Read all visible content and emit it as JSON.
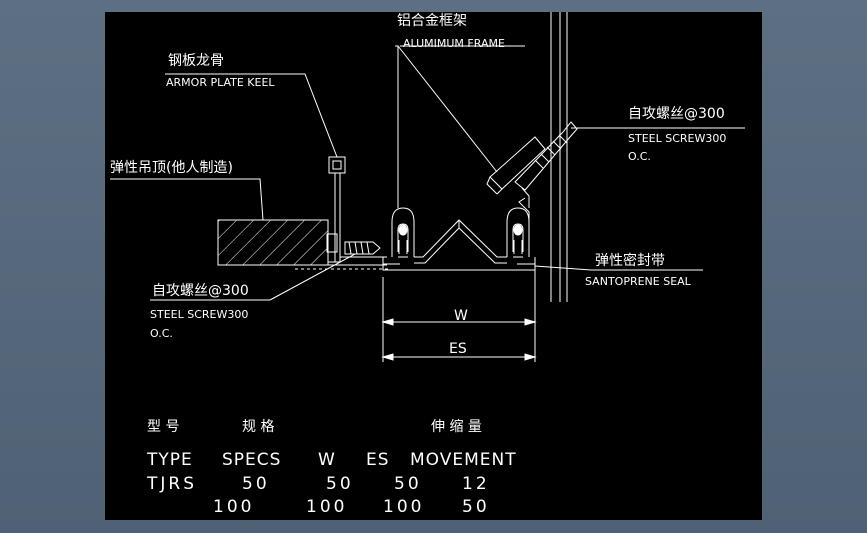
{
  "colors": {
    "outer_background": "#5a6c7f",
    "drawing_background": "#000000",
    "line_color": "#ffffff"
  },
  "labels": {
    "aluminium_frame_cn": "铝合金框架",
    "aluminium_frame_en": "ALUMIMUM FRAME",
    "armor_plate_keel_cn": "钢板龙骨",
    "armor_plate_keel_en": "ARMOR PLATE KEEL",
    "ceiling_cn": "弹性吊顶(他人制造)",
    "screw_right_cn": "自攻螺丝@300",
    "screw_right_en": "STEEL SCREW300",
    "screw_right_oc": "O.C.",
    "seal_cn": "弹性密封带",
    "seal_en": "SANTOPRENE SEAL",
    "screw_left_cn": "自攻螺丝@300",
    "screw_left_en": "STEEL SCREW300",
    "screw_left_oc": "O.C.",
    "dim_w": "W",
    "dim_es": "ES"
  },
  "table": {
    "header_cn": {
      "type": "型 号",
      "specs": "规 格",
      "movement": "伸 缩 量"
    },
    "header_en": {
      "type": "TYPE",
      "specs": "SPECS",
      "w": "W",
      "es": "ES",
      "movement": "MOVEMENT"
    },
    "rows": [
      {
        "type": "TJRS",
        "specs": "50",
        "w": "50",
        "es": "50",
        "movement": "12"
      },
      {
        "type": "",
        "specs": "100",
        "w": "100",
        "es": "100",
        "movement": "50"
      }
    ]
  }
}
